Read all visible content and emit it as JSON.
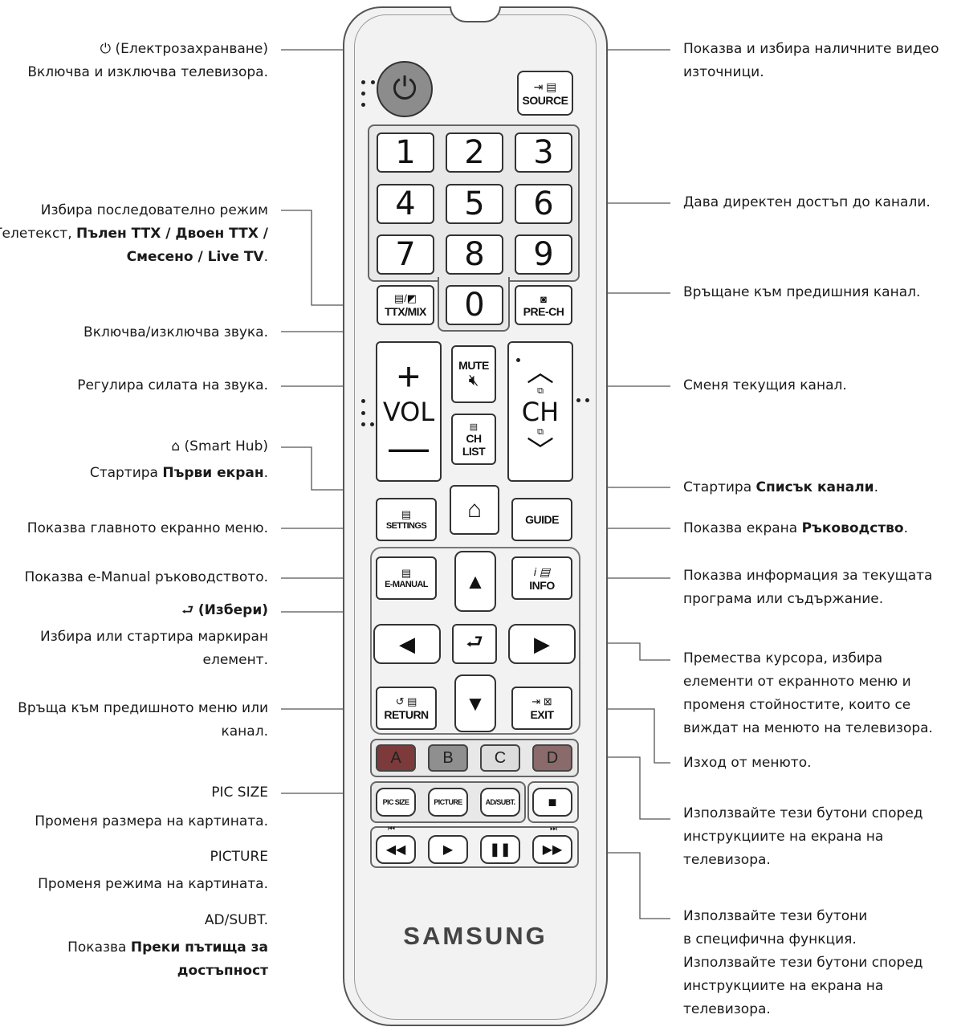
{
  "labels_left": {
    "power_title": "(Електрозахранване)",
    "power_desc": "Включва и изключва телевизора.",
    "ttx_l1": "Избира последователно режим",
    "ttx_l2_a": "Телетекст, ",
    "ttx_l2_b": "Пълен TTX / Двоен TTX /",
    "ttx_l3": "Смесено / Live TV",
    "mute": "Включва/изключва звука.",
    "vol": "Регулира силата на звука.",
    "smarthub_title": "(Smart Hub)",
    "smarthub_desc_a": "Стартира ",
    "smarthub_desc_b": "Първи екран",
    "settings": "Показва главното екранно меню.",
    "emanual": "Показва e-Manual ръководството.",
    "select_title": "(Избери)",
    "select_l1": "Избира или стартира маркиран",
    "select_l2": "елемент.",
    "return_l1": "Връща към предишното меню или",
    "return_l2": "канал.",
    "picsize_title": "PIC SIZE",
    "picsize_desc": "Променя размера на картината.",
    "picture_title": "PICTURE",
    "picture_desc": "Променя режима на картината.",
    "adsubt_title": "AD/SUBT.",
    "adsubt_desc_a": "Показва ",
    "adsubt_desc_b": "Преки пътища за",
    "adsubt_desc_c": "достъпност"
  },
  "labels_right": {
    "source_l1": "Показва и избира наличните видео",
    "source_l2": "източници.",
    "numbers": "Дава директен достъп до канали.",
    "prech": "Връщане към предишния канал.",
    "ch": "Сменя текущия канал.",
    "chlist_a": "Стартира ",
    "chlist_b": "Списък канали",
    "guide_a": "Показва екрана ",
    "guide_b": "Ръководство",
    "info_l1": "Показва информация за текущата",
    "info_l2": "програма или съдържание.",
    "nav_l1": "Премества курсора, избира",
    "nav_l2": "елементи от екранното меню и",
    "nav_l3": "променя стойностите, които се",
    "nav_l4": "виждат на менюто на телевизора.",
    "exit": "Изход от менюто.",
    "color_l1": "Използвайте тези бутони според",
    "color_l2": "инструкциите на екрана на",
    "color_l3": "телевизора.",
    "media_l1": "Използвайте тези бутони",
    "media_l2": "в специфична функция.",
    "media_l3": "Използвайте тези бутони според",
    "media_l4": "инструкциите на екрана на",
    "media_l5": "телевизора."
  },
  "remote": {
    "source": "SOURCE",
    "digits": [
      "1",
      "2",
      "3",
      "4",
      "5",
      "6",
      "7",
      "8",
      "9"
    ],
    "zero": "0",
    "ttx": "TTX/MIX",
    "prech": "PRE-CH",
    "mute": "MUTE",
    "vol": "VOL",
    "ch": "CH",
    "chlist_a": "CH",
    "chlist_b": "LIST",
    "settings": "SETTINGS",
    "guide": "GUIDE",
    "emanual": "E-MANUAL",
    "info": "INFO",
    "return": "RETURN",
    "exit": "EXIT",
    "color_a": "A",
    "color_b": "B",
    "color_c": "C",
    "color_d": "D",
    "picsize": "PIC SIZE",
    "picture": "PICTURE",
    "adsubt": "AD/SUBT.",
    "brand": "SAMSUNG"
  },
  "colors": {
    "a": "#7d3a3a",
    "b": "#8f8f8f",
    "c": "#dcdcdc",
    "d": "#8a6a6a",
    "power": "#8c8c8c"
  }
}
